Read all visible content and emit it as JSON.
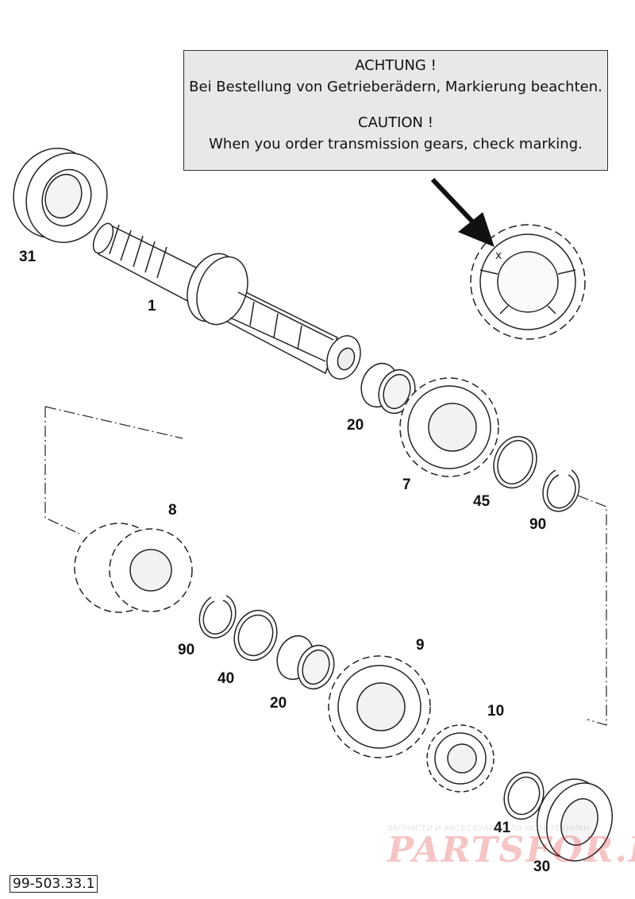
{
  "notice": {
    "de_heading": "ACHTUNG !",
    "de_text": "Bei Bestellung von Getrieberädern, Markierung beachten.",
    "en_heading": "CAUTION !",
    "en_text": "When you order transmission gears, check marking."
  },
  "marking_symbol": "x",
  "callouts": {
    "p31": "31",
    "p1": "1",
    "p20a": "20",
    "p7": "7",
    "p45": "45",
    "p90a": "90",
    "p8": "8",
    "p90b": "90",
    "p40": "40",
    "p20b": "20",
    "p9": "9",
    "p10": "10",
    "p41": "41",
    "p30": "30"
  },
  "document_number": "99-503.33.1",
  "watermark": {
    "tagline": "ЗАПЧАСТИ И АКСЕССУАРЫ ДЛЯ МОТОТЕХНИКИ",
    "logo": "PARTSFOR.RU"
  }
}
